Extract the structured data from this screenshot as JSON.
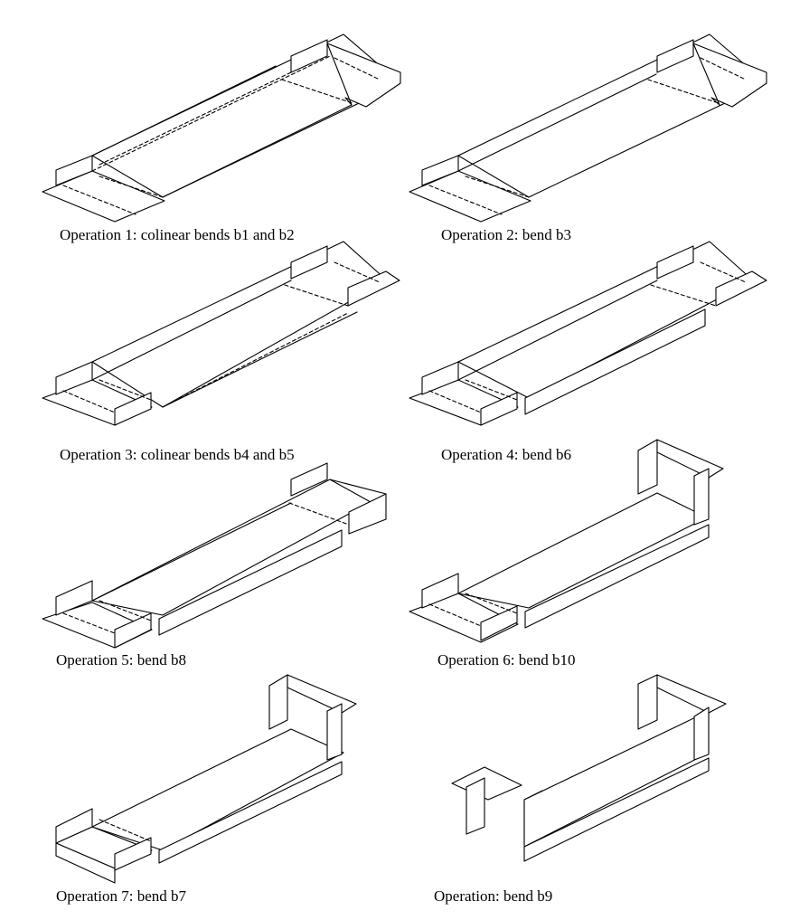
{
  "figure": {
    "panels": [
      {
        "id": "op1",
        "caption": "Operation 1: colinear bends b1 and b2"
      },
      {
        "id": "op2",
        "caption": "Operation 2: bend b3"
      },
      {
        "id": "op3",
        "caption": "Operation 3: colinear bends b4 and b5"
      },
      {
        "id": "op4",
        "caption": "Operation 4: bend b6"
      },
      {
        "id": "op5",
        "caption": "Operation 5: bend b8"
      },
      {
        "id": "op6",
        "caption": "Operation 6: bend b10"
      },
      {
        "id": "op7",
        "caption": "Operation 7: bend b7"
      },
      {
        "id": "op8",
        "caption": "Operation: bend b9"
      }
    ]
  }
}
